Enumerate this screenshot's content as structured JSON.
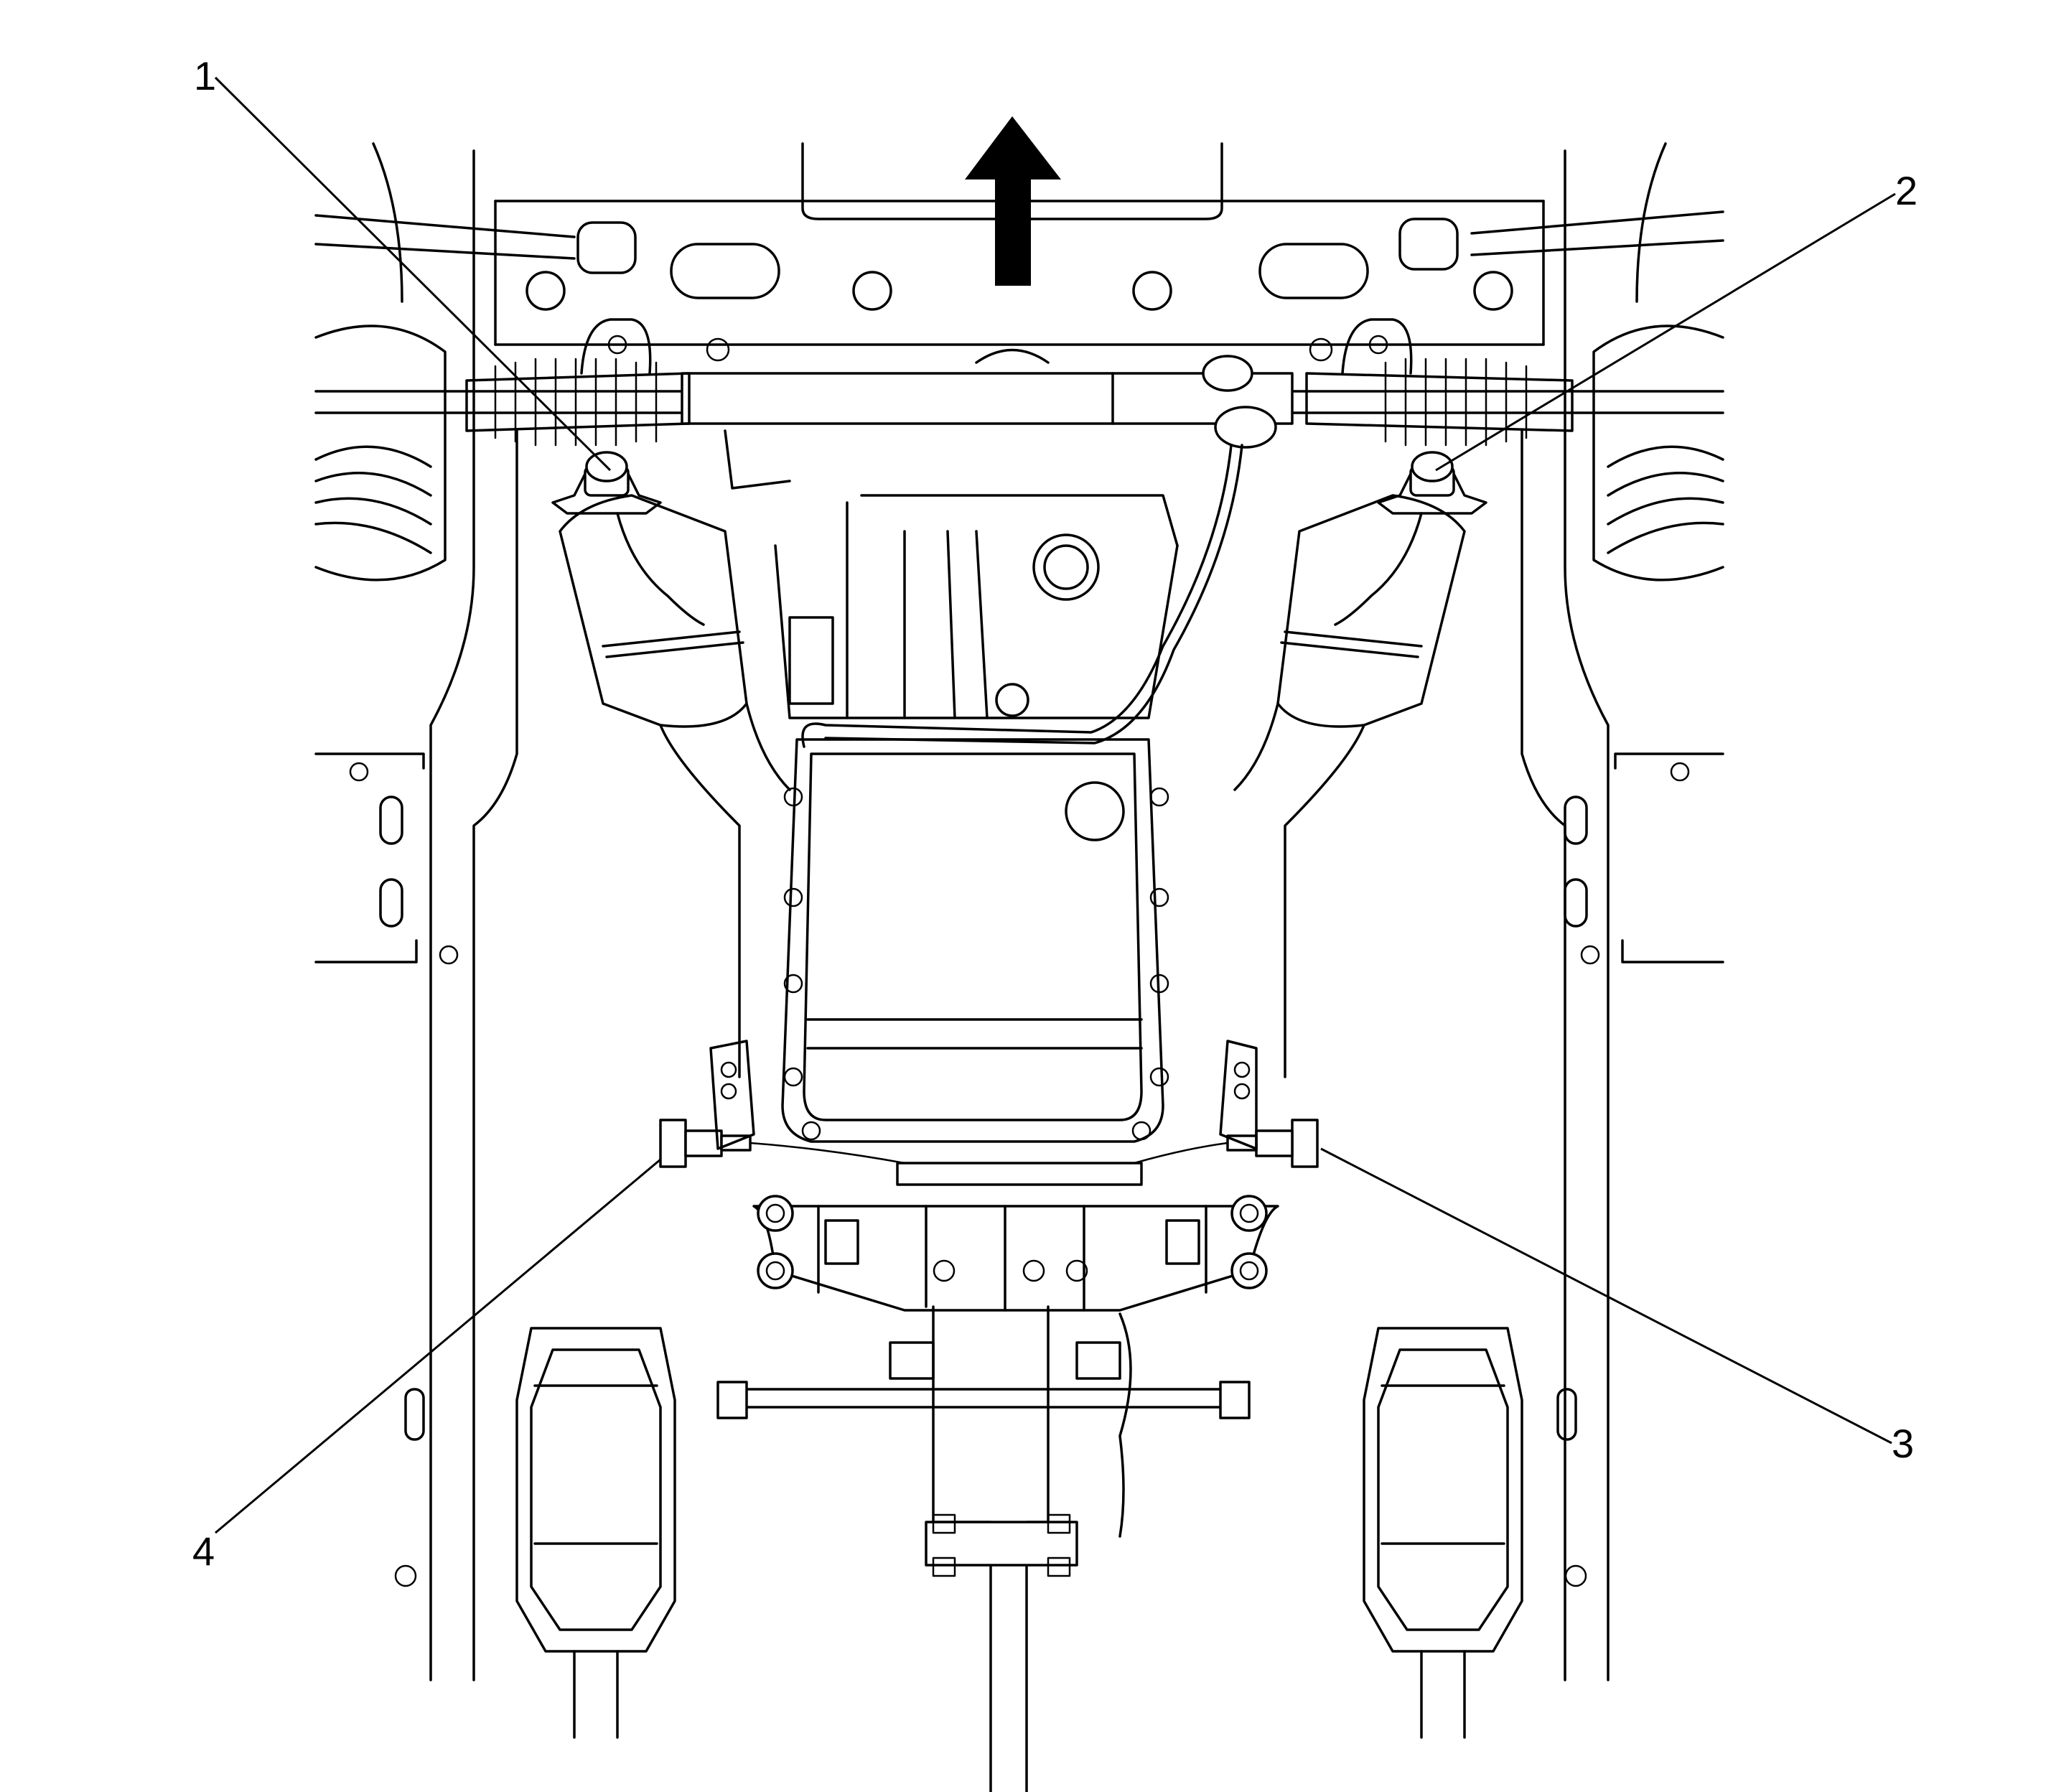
{
  "figure": {
    "callouts": [
      {
        "id": "1",
        "label": "1"
      },
      {
        "id": "2",
        "label": "2"
      },
      {
        "id": "3",
        "label": "3"
      },
      {
        "id": "4",
        "label": "4"
      }
    ],
    "direction_indicator": "arrow-up-icon",
    "colors": {
      "line": "#000000",
      "background": "#ffffff"
    }
  }
}
